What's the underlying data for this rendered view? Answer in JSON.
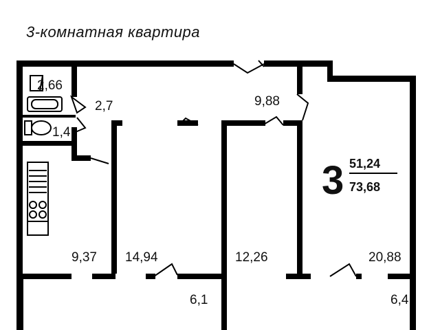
{
  "title": "3-комнатная квартира",
  "apartment": {
    "rooms_count": "3",
    "living_area": "51,24",
    "total_area": "73,68"
  },
  "areas": {
    "toilet_closet": "2,66",
    "toilet": "1,4",
    "corridor": "2,7",
    "hall": "9,88",
    "kitchen": "9,37",
    "room1": "14,94",
    "room2": "12,26",
    "room3": "20,88",
    "balcony1": "6,1",
    "balcony2": "6,4"
  },
  "icons": {
    "bathtub": "bathtub-icon",
    "toilet": "toilet-icon",
    "stove": "stove-icon",
    "closet": "closet-icon"
  }
}
